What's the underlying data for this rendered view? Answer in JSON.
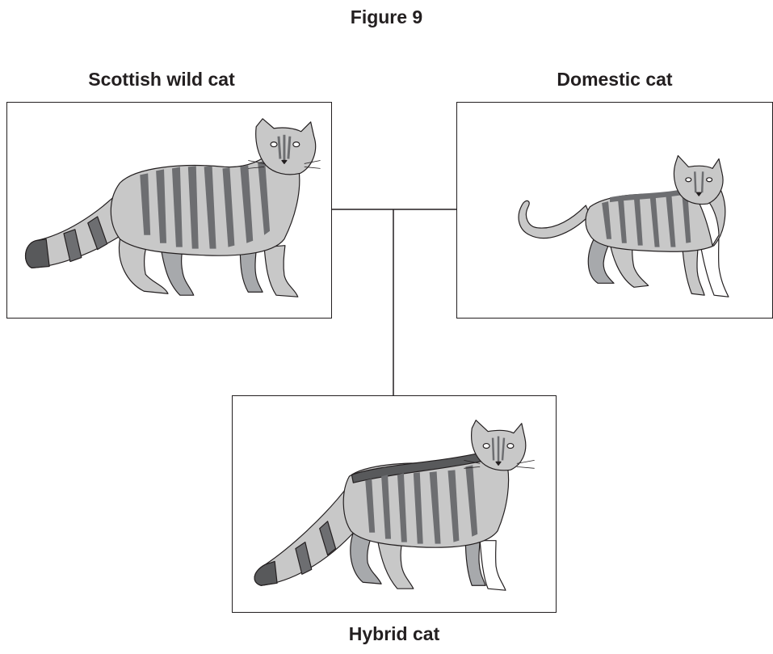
{
  "figure": {
    "title": "Figure 9",
    "parents": [
      {
        "label": "Scottish wild cat",
        "icon": "scottish-wild-cat-illustration"
      },
      {
        "label": "Domestic cat",
        "icon": "domestic-cat-illustration"
      }
    ],
    "offspring": {
      "label": "Hybrid cat",
      "icon": "hybrid-cat-illustration"
    }
  },
  "colors": {
    "outline": "#231f20",
    "fur_light": "#c8c8c8",
    "stripe_dark": "#6d6e71",
    "belly_white": "#ffffff"
  }
}
